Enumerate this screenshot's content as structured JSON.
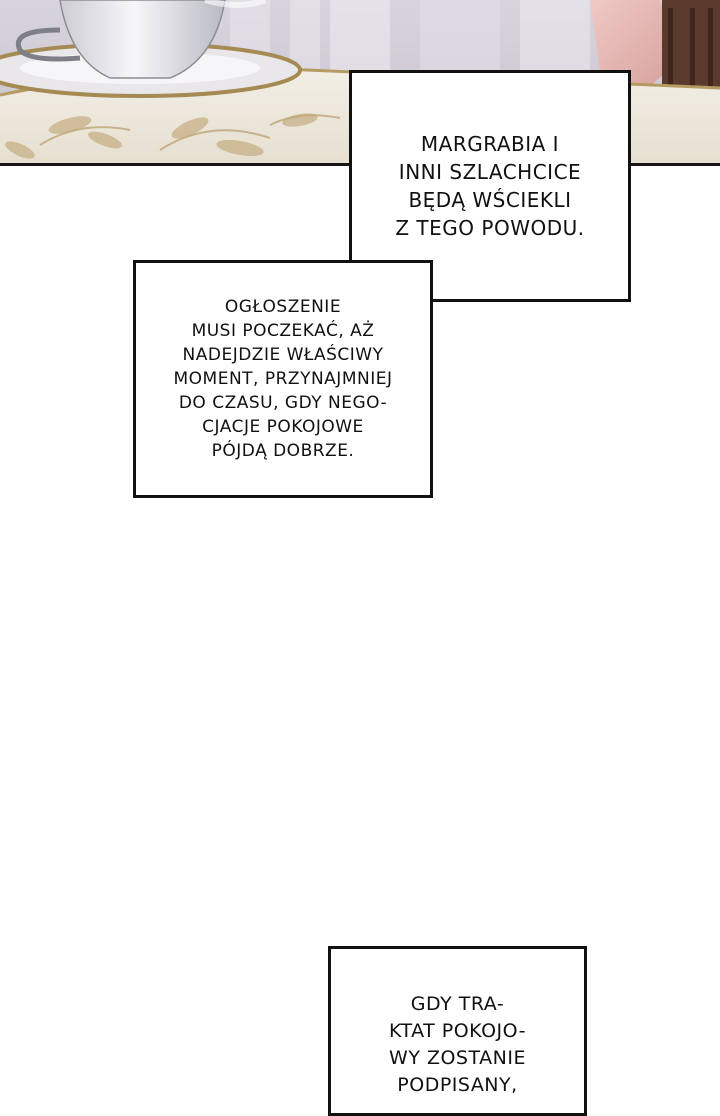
{
  "captions": [
    {
      "id": "caption-1",
      "lines": [
        "MARGRABIA I",
        "INNI SZLACHCICE",
        "BĘDĄ WŚCIEKLI",
        "Z TEGO POWODU."
      ]
    },
    {
      "id": "caption-2",
      "lines": [
        "OGŁOSZENIE",
        "MUSI POCZEKAĆ, AŻ",
        "NADEJDZIE WŁAŚCIWY",
        "MOMENT, PRZYNAJMNIEJ",
        "DO CZASU, GDY NEGO-",
        "CJACJE POKOJOWE",
        "PÓJDĄ DOBRZE."
      ]
    },
    {
      "id": "caption-3",
      "lines": [
        "GDY TRA-",
        "KTAT POKOJO-",
        "WY ZOSTANIE",
        "PODPISANY,"
      ]
    }
  ],
  "colors": {
    "caption_border": "#111111",
    "caption_text": "#111111",
    "background": "#ffffff"
  }
}
